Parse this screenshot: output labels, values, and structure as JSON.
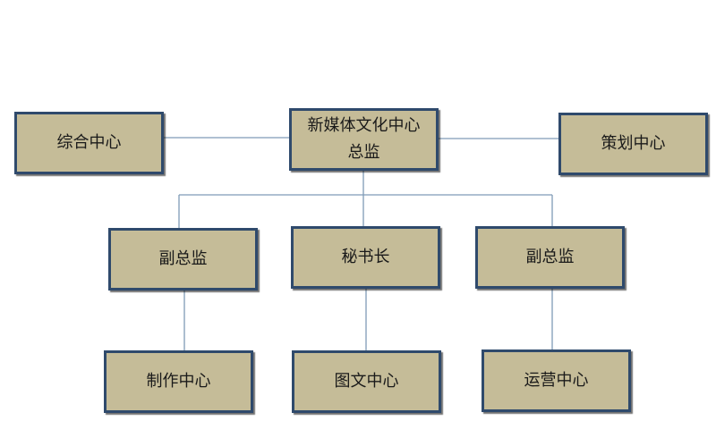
{
  "diagram": {
    "title": "",
    "nodes": {
      "root": {
        "label": "新媒体文化中心\n总监"
      },
      "left": {
        "label": "综合中心"
      },
      "right": {
        "label": "策划中心"
      },
      "deputy1": {
        "label": "副总监"
      },
      "secretary": {
        "label": "秘书长"
      },
      "deputy2": {
        "label": "副总监"
      },
      "production": {
        "label": "制作中心"
      },
      "graphics": {
        "label": "图文中心"
      },
      "operations": {
        "label": "运营中心"
      }
    },
    "edges": [
      [
        "root",
        "left"
      ],
      [
        "root",
        "right"
      ],
      [
        "root",
        "deputy1"
      ],
      [
        "root",
        "secretary"
      ],
      [
        "root",
        "deputy2"
      ],
      [
        "deputy1",
        "production"
      ],
      [
        "secretary",
        "graphics"
      ],
      [
        "deputy2",
        "operations"
      ]
    ]
  }
}
